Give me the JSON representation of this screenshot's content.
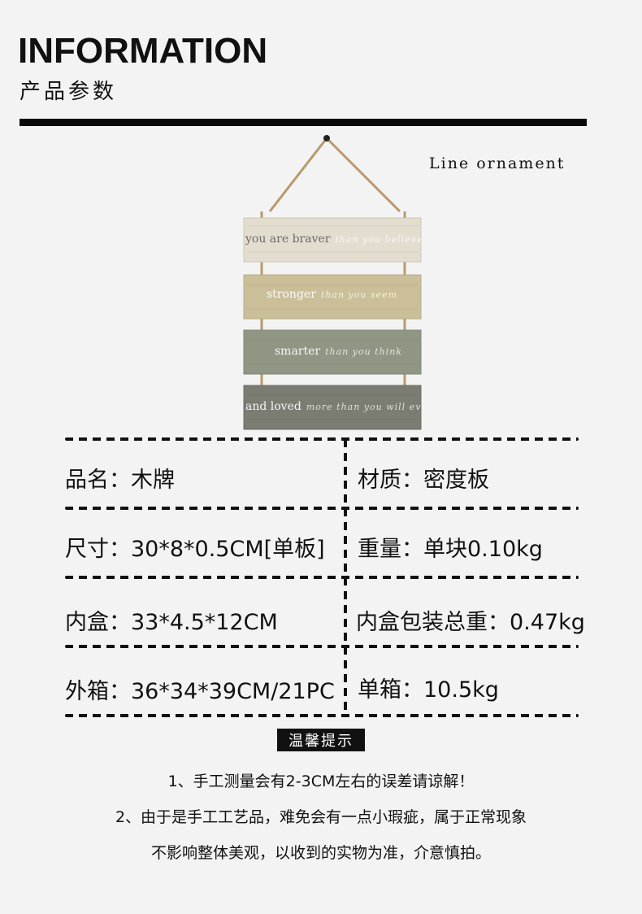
{
  "header": {
    "title_en": "INFORMATION",
    "title_cn": "产品参数"
  },
  "product": {
    "caption": "Line ornament",
    "planks": [
      {
        "main": "you are braver",
        "script": "than you believe"
      },
      {
        "main": "stronger",
        "script": "than you seem"
      },
      {
        "main": "smarter",
        "script": "than you think"
      },
      {
        "main": "and loved",
        "script": "more than you will ever know"
      }
    ]
  },
  "specs": {
    "name": "品名：木牌",
    "material": "材质：密度板",
    "size": "尺寸：30*8*0.5CM[单板]",
    "weight": "重量：单块0.10kg",
    "inner_box": "内盒：33*4.5*12CM",
    "inner_box_weight": "内盒包装总重：0.47kg",
    "carton": "外箱：36*34*39CM/21PC",
    "carton_weight": "单箱：10.5kg"
  },
  "tips": {
    "badge": "温馨提示",
    "line1": "1、手工测量会有2-3CM左右的误差请谅解！",
    "line2": "2、由于是手工工艺品，难免会有一点小瑕疵，属于正常现象",
    "line3": "不影响整体美观，以收到的实物为准，介意慎拍。"
  }
}
